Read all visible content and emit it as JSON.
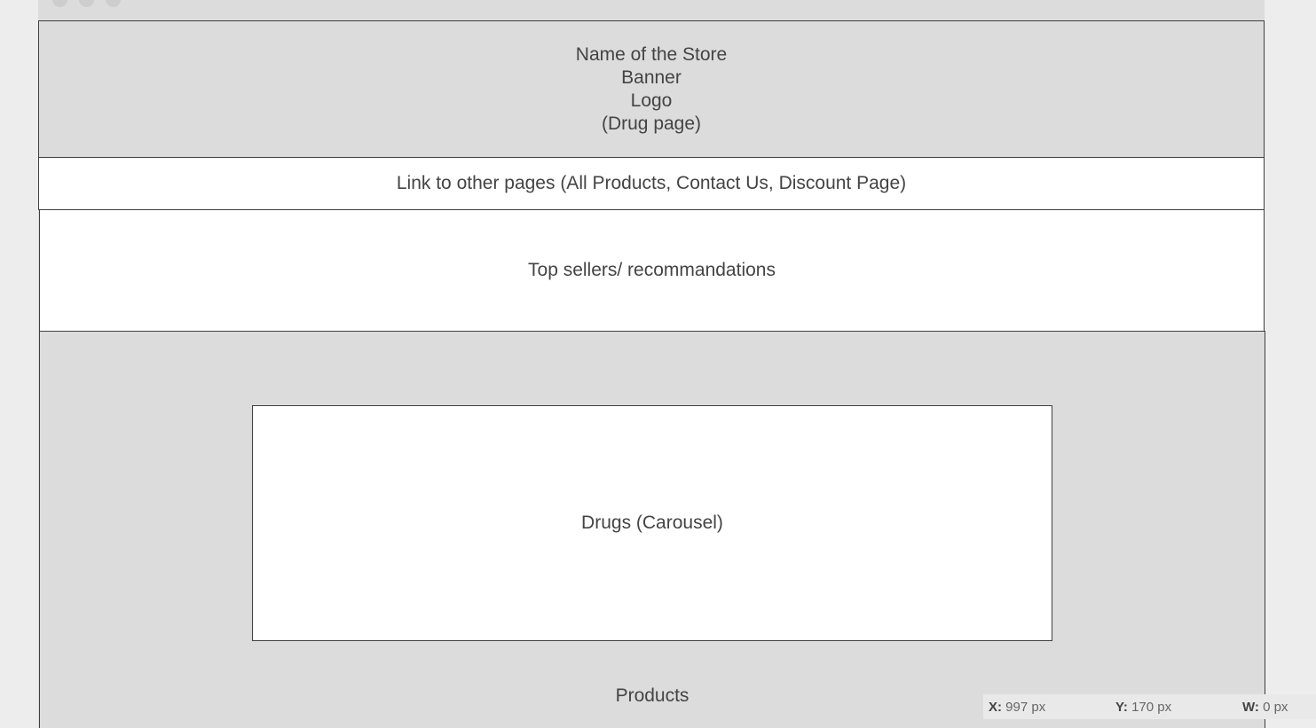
{
  "window": {
    "controls": [
      "close-dot",
      "minimize-dot",
      "maximize-dot"
    ]
  },
  "header": {
    "line1": "Name of the Store",
    "line2": "Banner",
    "line3": "Logo",
    "line4": "(Drug page)"
  },
  "nav": {
    "text": "Link to other pages (All Products, Contact Us, Discount Page)"
  },
  "top_sellers": {
    "text": "Top sellers/ recommandations"
  },
  "carousel": {
    "text": "Drugs (Carousel)"
  },
  "products": {
    "label": "Products"
  },
  "status_bar": {
    "x_label": "X:",
    "x_value": "997 px",
    "y_label": "Y:",
    "y_value": "170 px",
    "w_label": "W:",
    "w_value": "0 px"
  }
}
